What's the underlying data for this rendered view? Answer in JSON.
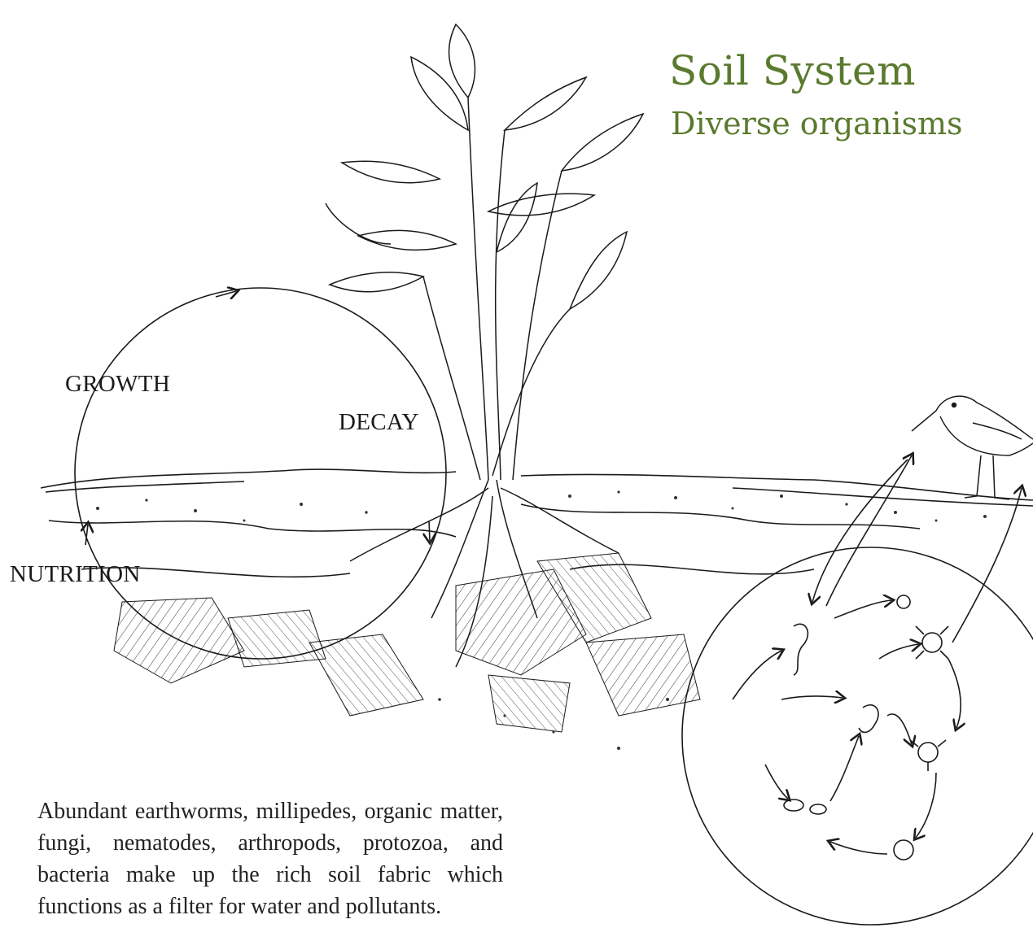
{
  "title": "Soil System",
  "subtitle": "Diverse organisms",
  "cycle": {
    "growth": "GROWTH",
    "decay": "DECAY",
    "nutrition": "NUTRITION"
  },
  "caption": "Abundant earthworms, millipedes, organic matter, fungi, nematodes, arthropods, protozoa, and bacteria make up the rich soil fabric which functions as a filter for water and pollutants.",
  "colors": {
    "title": "#5a7a2e",
    "ink": "#1a1a1a"
  },
  "illustration": {
    "subjects": [
      "plant",
      "bird",
      "soil-layers",
      "roots",
      "organisms-food-web"
    ]
  }
}
